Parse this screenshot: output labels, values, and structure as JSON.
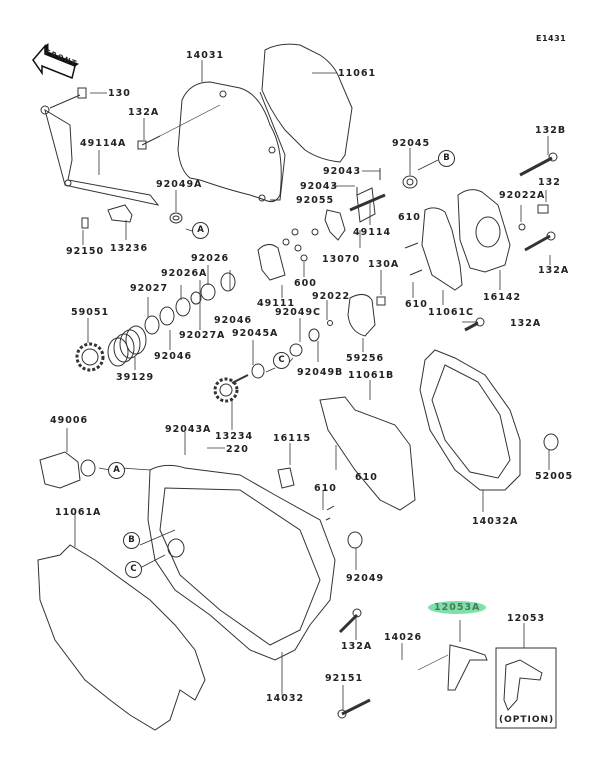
{
  "diagram": {
    "code": "E1431",
    "front_label": "FRONT",
    "option_label": "(OPTION)",
    "highlight_color": "#7ee0a8",
    "highlighted_part": "12053A",
    "reference_markers": [
      "A",
      "B",
      "C"
    ],
    "parts": [
      {
        "id": "14031"
      },
      {
        "id": "11061"
      },
      {
        "id": "130"
      },
      {
        "id": "132A"
      },
      {
        "id": "49114A"
      },
      {
        "id": "92049A"
      },
      {
        "id": "92150"
      },
      {
        "id": "13236"
      },
      {
        "id": "92045"
      },
      {
        "id": "132B"
      },
      {
        "id": "92043"
      },
      {
        "id": "92043"
      },
      {
        "id": "92055"
      },
      {
        "id": "49114"
      },
      {
        "id": "13070"
      },
      {
        "id": "600"
      },
      {
        "id": "610"
      },
      {
        "id": "92022A"
      },
      {
        "id": "132"
      },
      {
        "id": "16142"
      },
      {
        "id": "132A"
      },
      {
        "id": "130A"
      },
      {
        "id": "11061C"
      },
      {
        "id": "610"
      },
      {
        "id": "92026"
      },
      {
        "id": "92026A"
      },
      {
        "id": "92027"
      },
      {
        "id": "49111"
      },
      {
        "id": "59051"
      },
      {
        "id": "92046"
      },
      {
        "id": "92027A"
      },
      {
        "id": "92046"
      },
      {
        "id": "92049C"
      },
      {
        "id": "92022"
      },
      {
        "id": "39129"
      },
      {
        "id": "92045A"
      },
      {
        "id": "92049B"
      },
      {
        "id": "59256"
      },
      {
        "id": "132A"
      },
      {
        "id": "11061B"
      },
      {
        "id": "13234"
      },
      {
        "id": "49006"
      },
      {
        "id": "92043A"
      },
      {
        "id": "220"
      },
      {
        "id": "16115"
      },
      {
        "id": "610"
      },
      {
        "id": "52005"
      },
      {
        "id": "11061A"
      },
      {
        "id": "610"
      },
      {
        "id": "14032A"
      },
      {
        "id": "92049"
      },
      {
        "id": "12053A"
      },
      {
        "id": "12053"
      },
      {
        "id": "14026"
      },
      {
        "id": "132A"
      },
      {
        "id": "92151"
      },
      {
        "id": "14032"
      }
    ]
  }
}
